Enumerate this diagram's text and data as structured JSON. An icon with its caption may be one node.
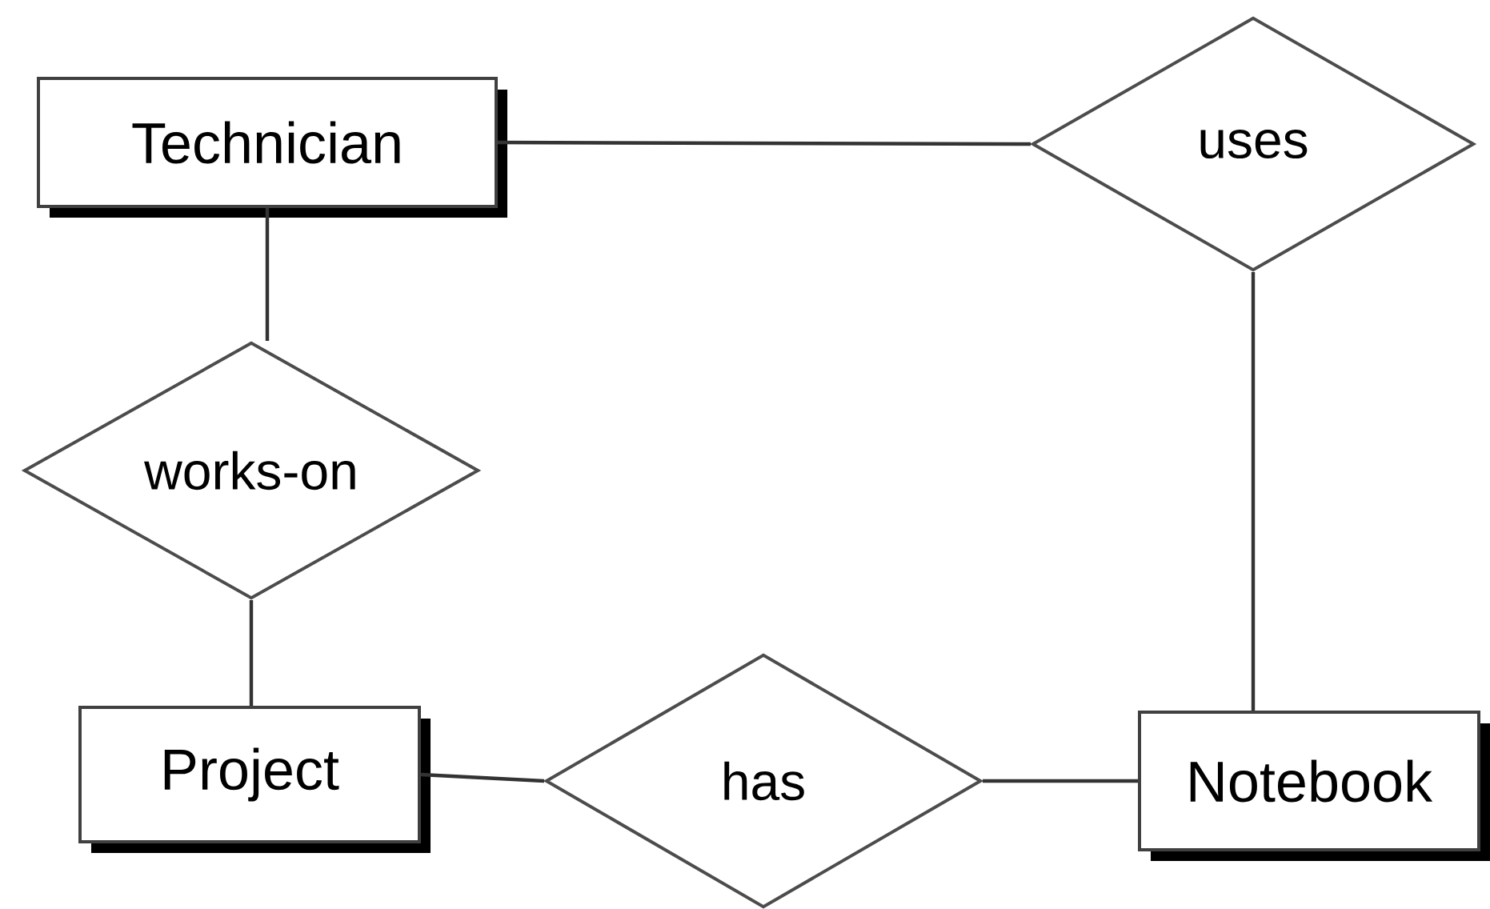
{
  "diagram": {
    "nodes": [
      {
        "text": [
          "Technician"
        ]
      },
      {
        "text": [
          "uses"
        ]
      },
      {
        "text": [
          "works-on"
        ]
      },
      {
        "text": [
          "Project"
        ]
      },
      {
        "text": [
          "has"
        ]
      },
      {
        "text": [
          "Notebook"
        ]
      }
    ],
    "edges": [
      {
        "from": 0,
        "to": 1,
        "arrow": "none"
      },
      {
        "from": 0,
        "to": 2,
        "arrow": "none"
      },
      {
        "from": 1,
        "to": 5,
        "arrow": "none"
      },
      {
        "from": 2,
        "to": 3,
        "arrow": "none"
      },
      {
        "from": 3,
        "to": 4,
        "arrow": "none"
      },
      {
        "from": 4,
        "to": 5,
        "arrow": "none"
      }
    ]
  }
}
